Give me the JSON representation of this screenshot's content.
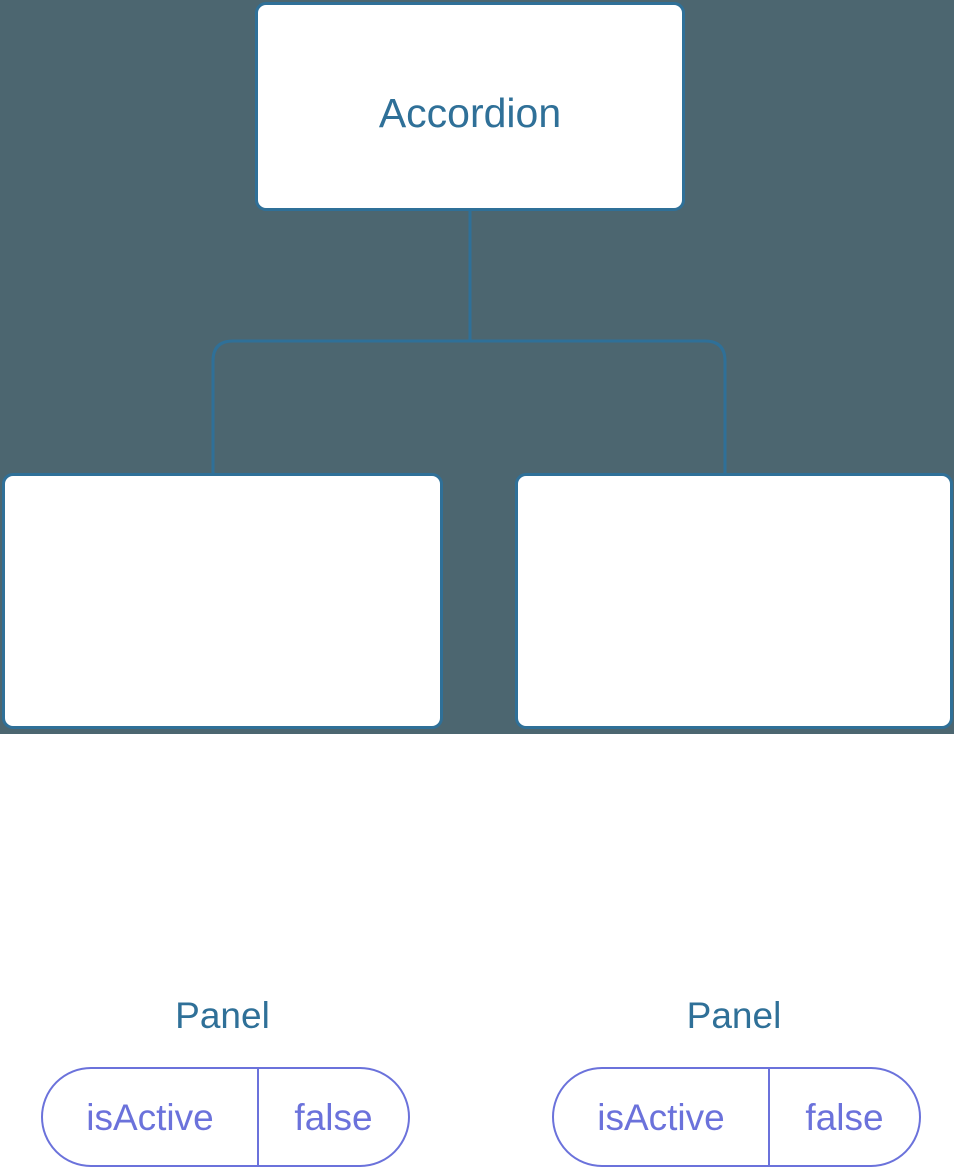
{
  "diagram": {
    "background_color": "#4c6670",
    "node_color": "#2f7098",
    "prop_color": "#6b72db",
    "connector_color": "#2f7098",
    "root": {
      "label": "Accordion"
    },
    "children": [
      {
        "label": "Panel",
        "props": [
          {
            "key": "isActive",
            "value": "false"
          }
        ]
      },
      {
        "label": "Panel",
        "props": [
          {
            "key": "isActive",
            "value": "false"
          }
        ]
      }
    ]
  }
}
